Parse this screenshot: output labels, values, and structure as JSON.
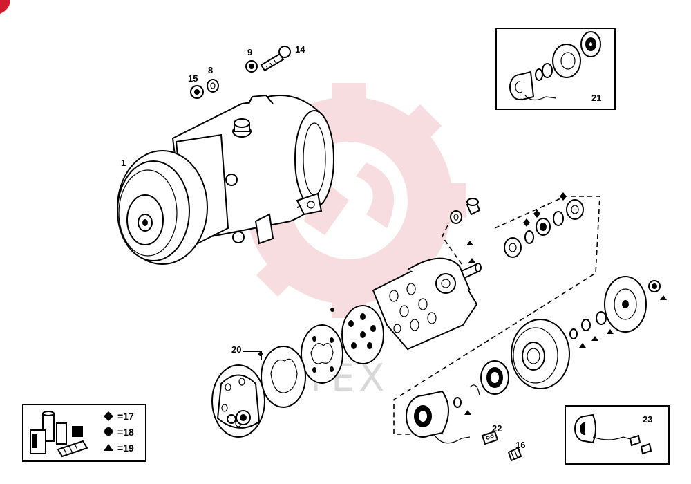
{
  "callouts": {
    "c1": "1",
    "c8": "8",
    "c9": "9",
    "c14": "14",
    "c15": "15",
    "c16": "16",
    "c20": "20",
    "c21": "21",
    "c22": "22",
    "c23": "23"
  },
  "legend": {
    "diamond_value": "=17",
    "circle_value": "=18",
    "triangle_value": "=19"
  },
  "watermark": {
    "text": "INTEX",
    "color": "#e8a0a6"
  },
  "colors": {
    "line": "#000000",
    "background": "#ffffff",
    "corner_mark": "#d01c2c"
  }
}
